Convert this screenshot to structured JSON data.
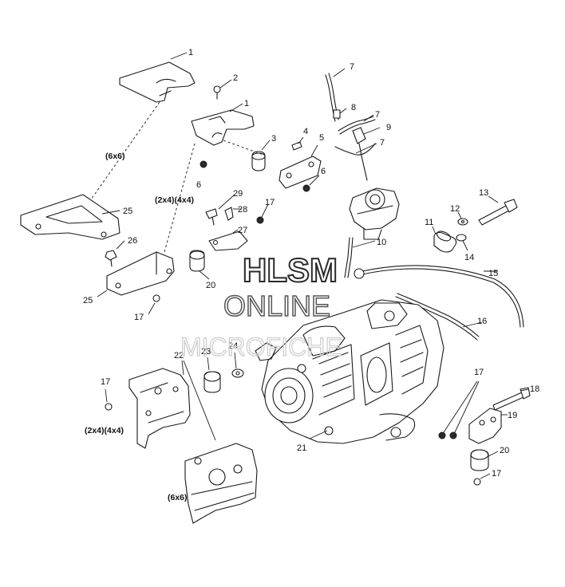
{
  "callouts": {
    "c1a": "1",
    "c1b": "1",
    "c2": "2",
    "c3": "3",
    "c4": "4",
    "c5": "5",
    "c6a": "6",
    "c6b": "6",
    "c7a": "7",
    "c7b": "7",
    "c7c": "7",
    "c8": "8",
    "c9": "9",
    "c10": "10",
    "c11": "11",
    "c12": "12",
    "c13": "13",
    "c14": "14",
    "c15": "15",
    "c16": "16",
    "c17a": "17",
    "c17b": "17",
    "c17c": "17",
    "c17d": "17",
    "c17e": "17",
    "c18": "18",
    "c19": "19",
    "c20a": "20",
    "c20b": "20",
    "c21": "21",
    "c22": "22",
    "c23": "23",
    "c24": "24",
    "c25a": "25",
    "c25b": "25",
    "c26": "26",
    "c27": "27",
    "c28": "28",
    "c29": "29"
  },
  "notes": {
    "six_by_six_top": "(6x6)",
    "two_four_top": "(2x4)(4x4)",
    "two_four_bottom": "(2x4)(4x4)",
    "six_by_six_bottom": "(6x6)"
  },
  "watermark": {
    "line1": "HLSM",
    "line2": "ONLINE",
    "line3": "MICROFICHE"
  }
}
